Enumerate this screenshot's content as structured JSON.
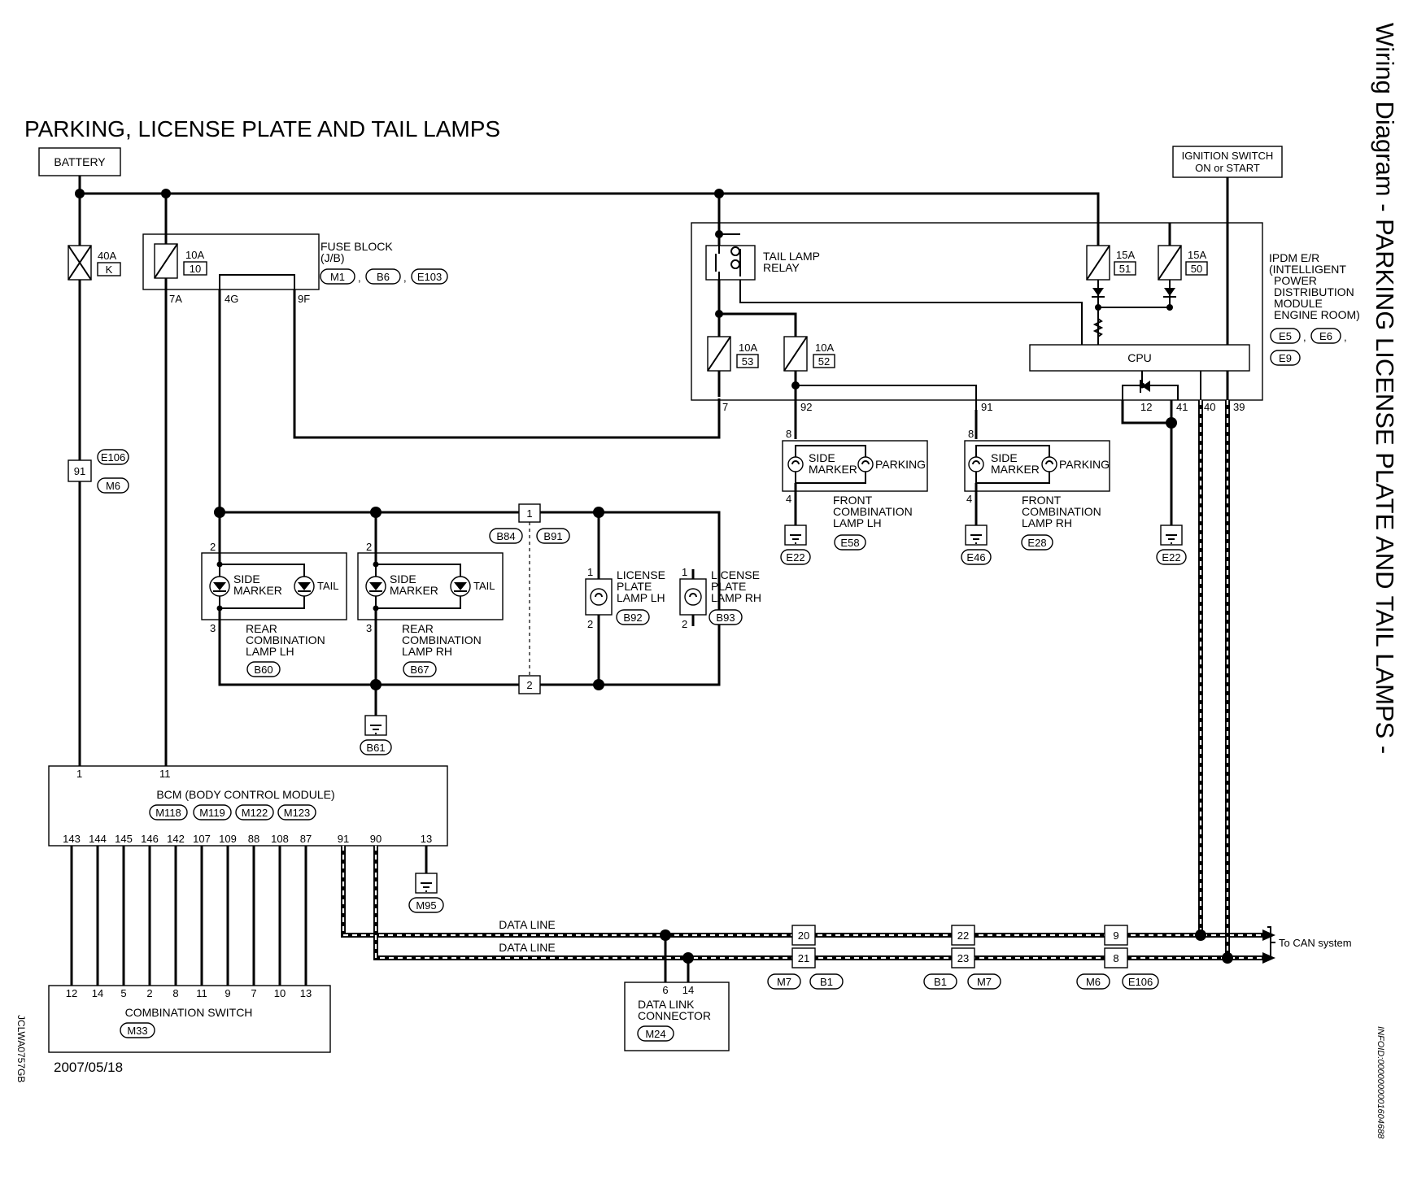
{
  "title": "PARKING, LICENSE PLATE AND TAIL LAMPS",
  "side_title": "Wiring Diagram - PARKING LICENSE PLATE AND TAIL LAMPS -",
  "date": "2007/05/18",
  "code_left": "JCLWA0757GB",
  "code_right": "INFOID:0000000001604688",
  "battery": "BATTERY",
  "ignition": [
    "IGNITION SWITCH",
    "ON or START"
  ],
  "fuse_40a": {
    "amp": "40A",
    "id": "K"
  },
  "fuse_block": {
    "title": [
      "FUSE BLOCK",
      "(J/B)"
    ],
    "fuse_amp": "10A",
    "fuse_id": "10",
    "conns": [
      "M1",
      "B6",
      "E103"
    ],
    "pins": [
      "7A",
      "4G",
      "9F"
    ]
  },
  "ipdm": {
    "title": [
      "IPDM E/R",
      "(INTELLIGENT",
      "POWER",
      "DISTRIBUTION",
      "MODULE",
      "ENGINE ROOM)"
    ],
    "conns": [
      "E5",
      "E6",
      "E9"
    ],
    "relay": [
      "TAIL LAMP",
      "RELAY"
    ],
    "cpu": "CPU",
    "fuses": [
      {
        "amp": "15A",
        "id": "51"
      },
      {
        "amp": "15A",
        "id": "50"
      },
      {
        "amp": "10A",
        "id": "53"
      },
      {
        "amp": "10A",
        "id": "52"
      }
    ],
    "pins": [
      "7",
      "92",
      "91",
      "12",
      "41",
      "40",
      "39"
    ]
  },
  "jc_e106": {
    "pin": "91",
    "conns": [
      "E106",
      "M6"
    ]
  },
  "front_lh": {
    "side": [
      "SIDE",
      "MARKER"
    ],
    "parking": "PARKING",
    "name": [
      "FRONT",
      "COMBINATION",
      "LAMP LH"
    ],
    "conn": "E58",
    "pins": [
      "8",
      "4"
    ],
    "ground": "E22"
  },
  "front_rh": {
    "side": [
      "SIDE",
      "MARKER"
    ],
    "parking": "PARKING",
    "name": [
      "FRONT",
      "COMBINATION",
      "LAMP RH"
    ],
    "conn": "E28",
    "pins": [
      "8",
      "4"
    ],
    "ground": "E46"
  },
  "ipdm_ground": "E22",
  "rear_lh": {
    "side": [
      "SIDE",
      "MARKER"
    ],
    "tail": "TAIL",
    "name": [
      "REAR",
      "COMBINATION",
      "LAMP LH"
    ],
    "conn": "B60",
    "pins": [
      "2",
      "3"
    ]
  },
  "rear_rh": {
    "side": [
      "SIDE",
      "MARKER"
    ],
    "tail": "TAIL",
    "name": [
      "REAR",
      "COMBINATION",
      "LAMP RH"
    ],
    "conn": "B67",
    "pins": [
      "2",
      "3"
    ]
  },
  "rear_ground": "B61",
  "jc_b84": {
    "pins": [
      "1",
      "2"
    ],
    "conns": [
      "B84",
      "B91"
    ]
  },
  "license_lh": {
    "name": [
      "LICENSE",
      "PLATE",
      "LAMP LH"
    ],
    "conn": "B92",
    "pins": [
      "1",
      "2"
    ]
  },
  "license_rh": {
    "name": [
      "LICENSE",
      "PLATE",
      "LAMP RH"
    ],
    "conn": "B93",
    "pins": [
      "1",
      "2"
    ]
  },
  "bcm": {
    "name": "BCM (BODY CONTROL MODULE)",
    "conns": [
      "M118",
      "M119",
      "M122",
      "M123"
    ],
    "top_pins": [
      "1",
      "11"
    ],
    "bottom_pins": [
      "143",
      "144",
      "145",
      "146",
      "142",
      "107",
      "109",
      "88",
      "108",
      "87",
      "91",
      "90",
      "13"
    ],
    "ground": "M95"
  },
  "combo_switch": {
    "name": "COMBINATION SWITCH",
    "conn": "M33",
    "pins": [
      "12",
      "14",
      "5",
      "2",
      "8",
      "11",
      "9",
      "7",
      "10",
      "13"
    ]
  },
  "data_line": "DATA LINE",
  "dlc": {
    "name": [
      "DATA LINK",
      "CONNECTOR"
    ],
    "conn": "M24",
    "pins": [
      "6",
      "14"
    ]
  },
  "can_joints": [
    {
      "pins": [
        "20",
        "21"
      ],
      "conns": [
        "M7",
        "B1"
      ]
    },
    {
      "pins": [
        "22",
        "23"
      ],
      "conns": [
        "B1",
        "M7"
      ]
    },
    {
      "pins": [
        "9",
        "8"
      ],
      "conns": [
        "M6",
        "E106"
      ]
    }
  ],
  "to_can": "To CAN system"
}
